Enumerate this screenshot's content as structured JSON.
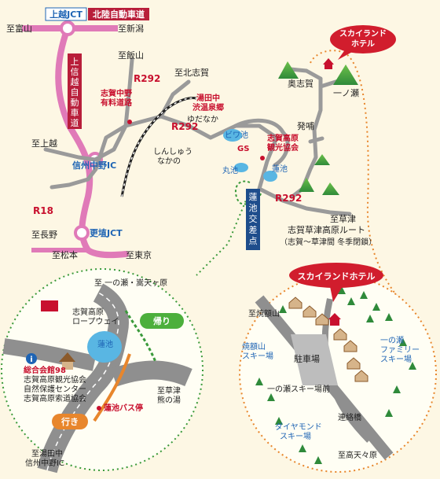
{
  "roads": {
    "joetsu_jct": "上越JCT",
    "hokuriku": "北陸自動車道",
    "to_toyama": "至富山",
    "to_niigata": "至新潟",
    "joshinetsu": [
      "上",
      "信",
      "越",
      "自",
      "動",
      "車",
      "道"
    ],
    "to_iiyama": "至飯山",
    "to_kitashiga": "至北志賀",
    "r292_a": "R292",
    "r292_b": "R292",
    "r292_c": "R292",
    "r18": "R18",
    "toll_road": [
      "志賀中野",
      "有料道路"
    ],
    "yudanaka_onsen": [
      "湯田中",
      "渋温泉郷"
    ],
    "yudanaka": "ゆだなか",
    "shinshu_nakano": [
      "しんしゅう",
      "なかの"
    ],
    "to_joetsu": "至上越",
    "shinshu_nakano_ic": "信州中野IC",
    "to_nagano": "至長野",
    "koshoku_jct": "更埴JCT",
    "to_matsumoto": "至松本",
    "to_tokyo": "至東京"
  },
  "shiga": {
    "biwa_ike": "ビワ池",
    "gs": "GS",
    "maru_ike": "丸池",
    "hasu_ike": "蓮池",
    "kankou": [
      "志賀高原",
      "観光協会"
    ],
    "hasuike_junction": [
      "蓮",
      "池",
      "交",
      "差",
      "点"
    ],
    "okushiga": "奥志賀",
    "ichinose": "一ノ瀬",
    "hossaka": "発哺",
    "to_kusatsu": "至草津",
    "route": "志賀草津高原ルート",
    "route_note": "（志賀～草津間 冬季閉鎖）",
    "skyland": [
      "スカイランド",
      "ホテル"
    ]
  },
  "detail_left": {
    "to_ichinose": "至 一の瀬・嵩天ヶ原",
    "ropeway": [
      "志賀高原",
      "ロープウェイ"
    ],
    "kaeri": "帰り",
    "iki": "行き",
    "hasu_ike": "蓮池",
    "info_icon": "i",
    "center": [
      "総合会館98",
      "志賀高原観光協会",
      "自然保護センター",
      "志賀高原索道協会"
    ],
    "bus_stop": "蓮池バス停",
    "to_kusatsu": [
      "至草津",
      "熊の湯"
    ],
    "to_yudanaka": [
      "至湯田中",
      "信州中野IC"
    ]
  },
  "detail_right": {
    "hotel": "スカイランドホテル",
    "to_yakebitai": "至焼額山",
    "yakebitai_ski": [
      "焼額山",
      "スキー場"
    ],
    "parking": "駐車場",
    "ichinose_family": [
      "一の瀬",
      "ファミリー",
      "スキー場"
    ],
    "ichinose_mae": "一の瀬スキー場前",
    "diamond": [
      "ダイヤモンド",
      "スキー場"
    ],
    "bridge": "連絡橋",
    "to_takaamagahara": "至高天々原"
  },
  "colors": {
    "expressway": "#e07ab8",
    "road": "#9a9a9a",
    "label_red": "#c8102e",
    "label_blue": "#1e64b4",
    "water": "#59b6e3",
    "forest": "#2f8a3a",
    "circle_border": "#3a9a3a",
    "hotel_bubble": "#d11d2d"
  }
}
